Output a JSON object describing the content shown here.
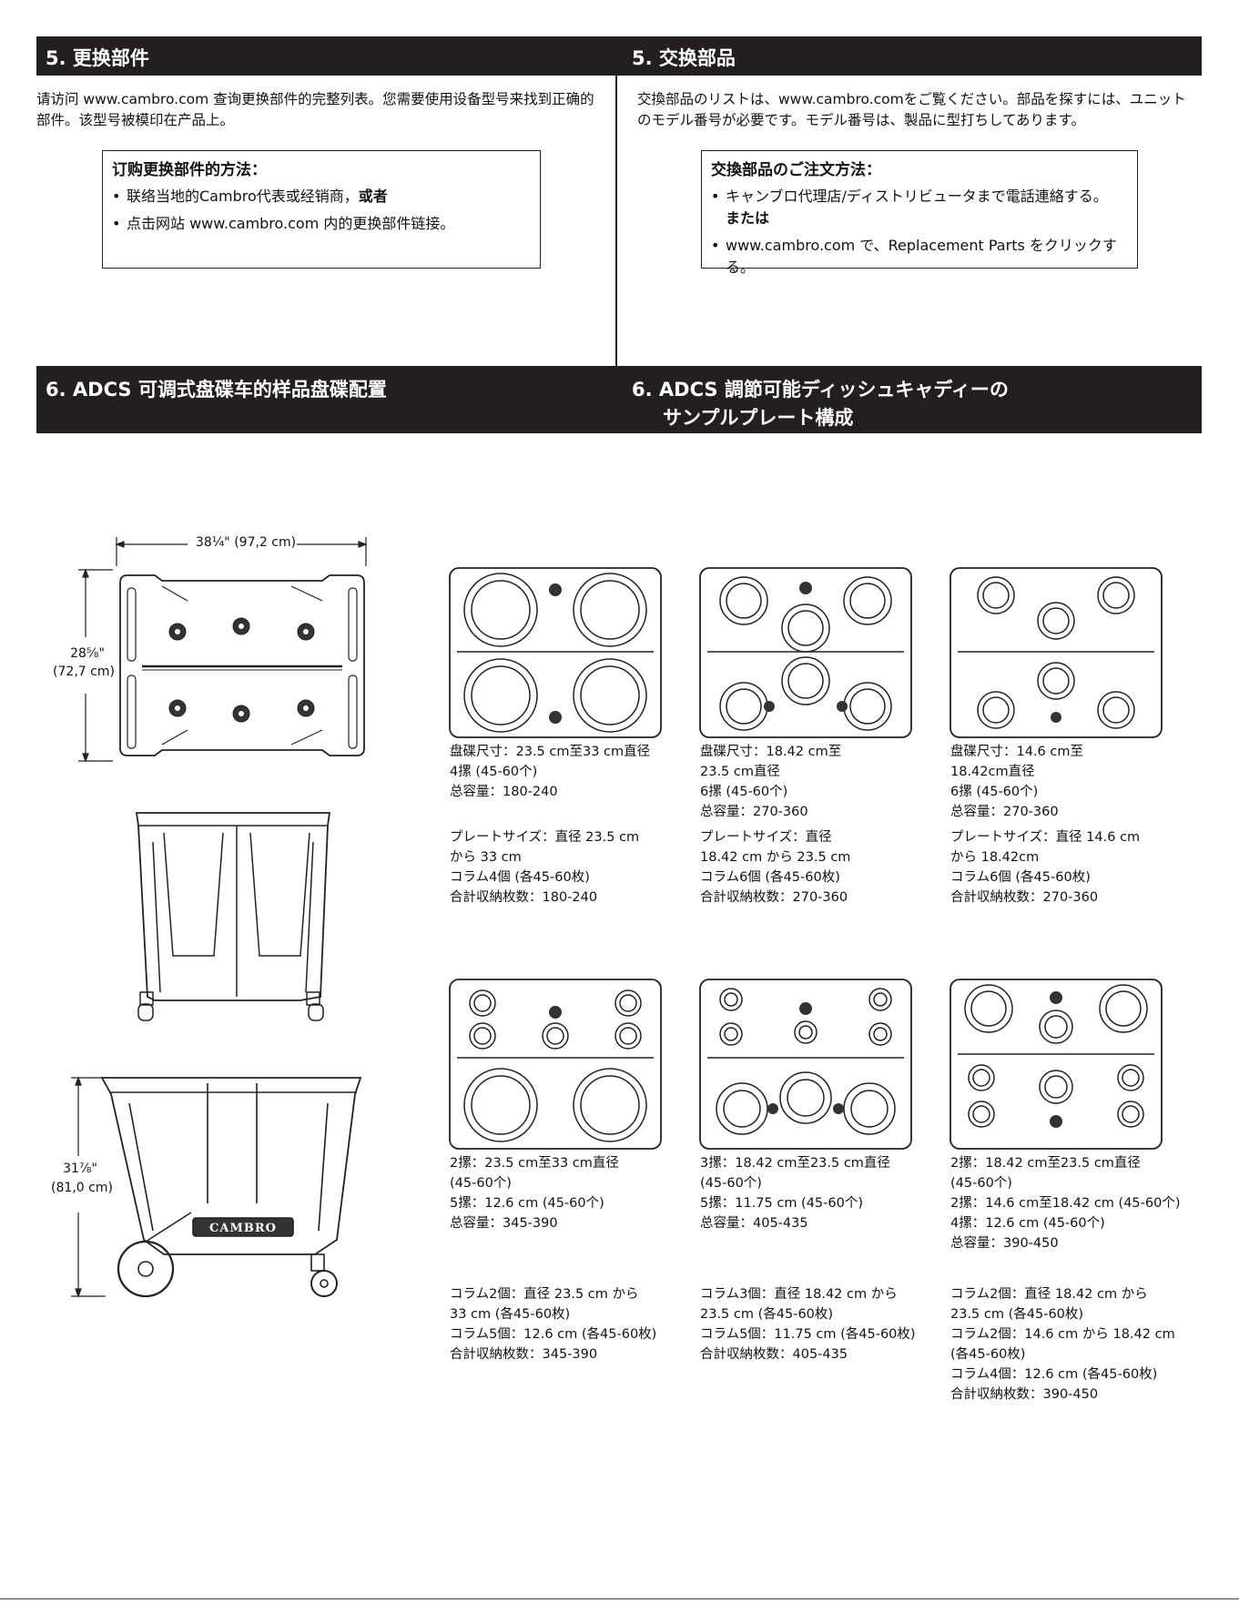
{
  "sections": {
    "s5_cn_title": "5. 更换部件",
    "s5_jp_title": "5. 交换部品",
    "s5_cn_text": "请访问 www.cambro.com 查询更换部件的完整列表。您需要使用设备型号来找到正确的部件。该型号被模印在产品上。",
    "s5_jp_text": "交換部品のリストは、www.cambro.comをご覧ください。部品を探すには、ユニットのモデル番号が必要です。モデル番号は、製品に型打ちしてあります。",
    "cn_box": {
      "title": "订购更换部件的方法：",
      "item1_main": "联络当地的Cambro代表或经销商，",
      "item1_bold": "或者",
      "item2": "点击网站 www.cambro.com 内的更换部件链接。"
    },
    "jp_box": {
      "title": "交換部品のご注文方法：",
      "item1_main": "キャンブロ代理店/ディストリビュータまで電話連絡する。",
      "item1_bold": "または",
      "item2": "www.cambro.com で、Replacement Parts をクリックする。"
    },
    "s6_cn_title": "6. ADCS 可调式盘碟车的样品盘碟配置",
    "s6_jp_title_line1": "6. ADCS 調節可能ディッシュキャディーの",
    "s6_jp_title_line2": "サンプルプレート構成"
  },
  "dimensions": {
    "width": "38¼\" (97,2 cm)",
    "depth_in": "28⅝\"",
    "depth_cm": "(72,7 cm)",
    "height_in": "31⅞\"",
    "height_cm": "(81,0 cm)",
    "brand": "CAMBRO"
  },
  "configs": [
    {
      "cn": [
        "盘碟尺寸：23.5 cm至33 cm直径",
        "4摞 (45-60个)",
        "总容量：180-240"
      ],
      "jp": [
        "プレートサイズ：直径 23.5 cm",
        "から 33 cm",
        "コラム4個 (各45-60枚)",
        "合計収納枚数：180-240"
      ]
    },
    {
      "cn": [
        "盘碟尺寸：18.42 cm至",
        "23.5 cm直径",
        "6摞 (45-60个)",
        "总容量：270-360"
      ],
      "jp": [
        "プレートサイズ：直径",
        "18.42 cm から 23.5 cm",
        "コラム6個 (各45-60枚)",
        "合計収納枚数：270-360"
      ]
    },
    {
      "cn": [
        "盘碟尺寸：14.6 cm至",
        "18.42cm直径",
        "6摞 (45-60个)",
        "总容量：270-360"
      ],
      "jp": [
        "プレートサイズ：直径 14.6 cm",
        "から 18.42cm",
        "コラム6個 (各45-60枚)",
        "合計収納枚数：270-360"
      ]
    },
    {
      "cn": [
        "2摞：23.5 cm至33 cm直径",
        "(45-60个)",
        "5摞：12.6 cm (45-60个)",
        "总容量：345-390"
      ],
      "jp": [
        "コラム2個：直径 23.5 cm から",
        "33 cm (各45-60枚)",
        "コラム5個：12.6 cm (各45-60枚)",
        "合計収納枚数：345-390"
      ]
    },
    {
      "cn": [
        "3摞：18.42 cm至23.5 cm直径",
        "(45-60个)",
        "5摞：11.75 cm (45-60个)",
        "总容量：405-435"
      ],
      "jp": [
        "コラム3個：直径 18.42 cm から",
        "23.5 cm (各45-60枚)",
        "コラム5個：11.75 cm (各45-60枚)",
        "合計収納枚数：405-435"
      ]
    },
    {
      "cn": [
        "2摞：18.42 cm至23.5 cm直径",
        "(45-60个)",
        "2摞：14.6 cm至18.42 cm (45-60个)",
        "4摞：12.6 cm (45-60个)",
        "总容量：390-450"
      ],
      "jp": [
        "コラム2個：直径 18.42 cm から",
        "23.5 cm (各45-60枚)",
        "コラム2個：14.6 cm から 18.42 cm",
        "(各45-60枚)",
        "コラム4個：12.6 cm (各45-60枚)",
        "合計収納枚数：390-450"
      ]
    }
  ]
}
